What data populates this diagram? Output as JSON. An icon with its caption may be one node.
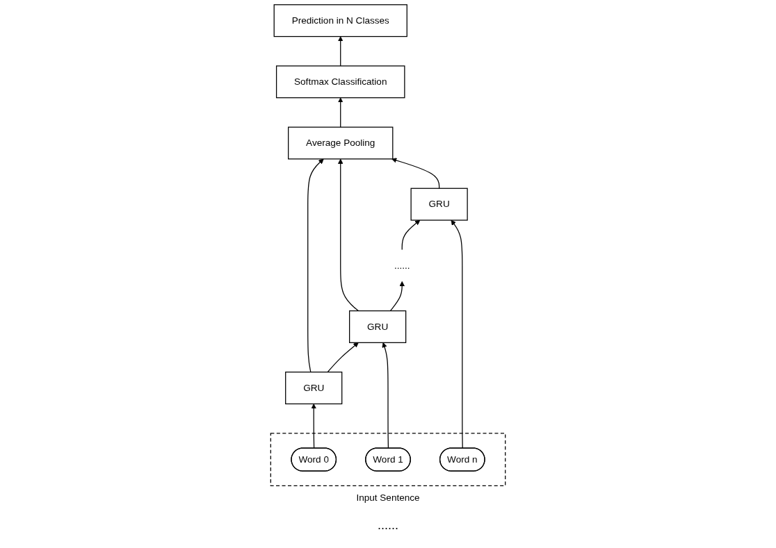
{
  "diagram": {
    "nodes": [
      {
        "text": [
          "Prediction in N Classes"
        ]
      },
      {
        "text": [
          "Softmax Classification"
        ]
      },
      {
        "text": [
          "Average Pooling"
        ]
      },
      {
        "text": [
          "GRU"
        ]
      },
      {
        "text": [
          "GRU"
        ]
      },
      {
        "text": [
          "......"
        ]
      },
      {
        "text": [
          "GRU"
        ]
      },
      {
        "text": [
          "Input Sentence"
        ]
      },
      {
        "text": [
          "Word 0"
        ],
        "in": 7
      },
      {
        "text": [
          "Word 1"
        ],
        "in": 7
      },
      {
        "text": [
          "Word n"
        ],
        "in": 7
      }
    ],
    "edges": [
      {
        "from": 1,
        "to": 0,
        "arrow": "to"
      },
      {
        "from": 2,
        "to": 1,
        "arrow": "to"
      },
      {
        "from": 3,
        "to": 2,
        "arrow": "to"
      },
      {
        "from": 4,
        "to": 2,
        "arrow": "to"
      },
      {
        "from": 6,
        "to": 2,
        "arrow": "to"
      },
      {
        "from": 3,
        "to": 4,
        "arrow": "to"
      },
      {
        "from": 4,
        "to": 5,
        "arrow": "to"
      },
      {
        "from": 5,
        "to": 6,
        "arrow": "to"
      },
      {
        "from": 8,
        "to": 3,
        "arrow": "to"
      },
      {
        "from": 9,
        "to": 4,
        "arrow": "to"
      },
      {
        "from": 10,
        "to": 6,
        "arrow": "to"
      }
    ],
    "labels": [
      "......"
    ]
  }
}
